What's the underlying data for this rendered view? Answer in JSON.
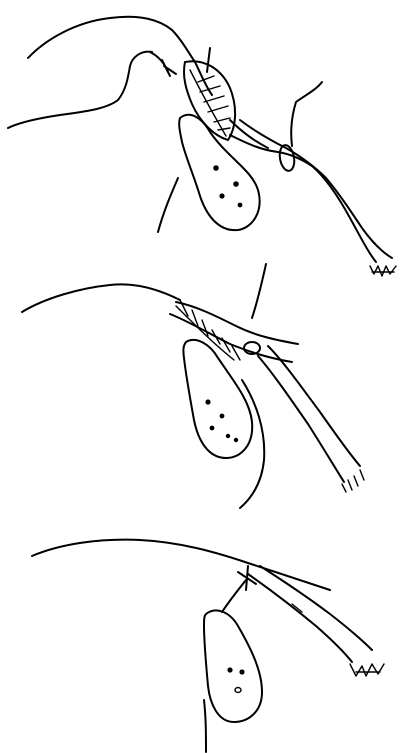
{
  "figure": {
    "panels": [
      {
        "id": "panel-1",
        "stones": 4
      },
      {
        "id": "panel-2",
        "stones": 5
      },
      {
        "id": "panel-3",
        "stones": 2
      }
    ]
  }
}
